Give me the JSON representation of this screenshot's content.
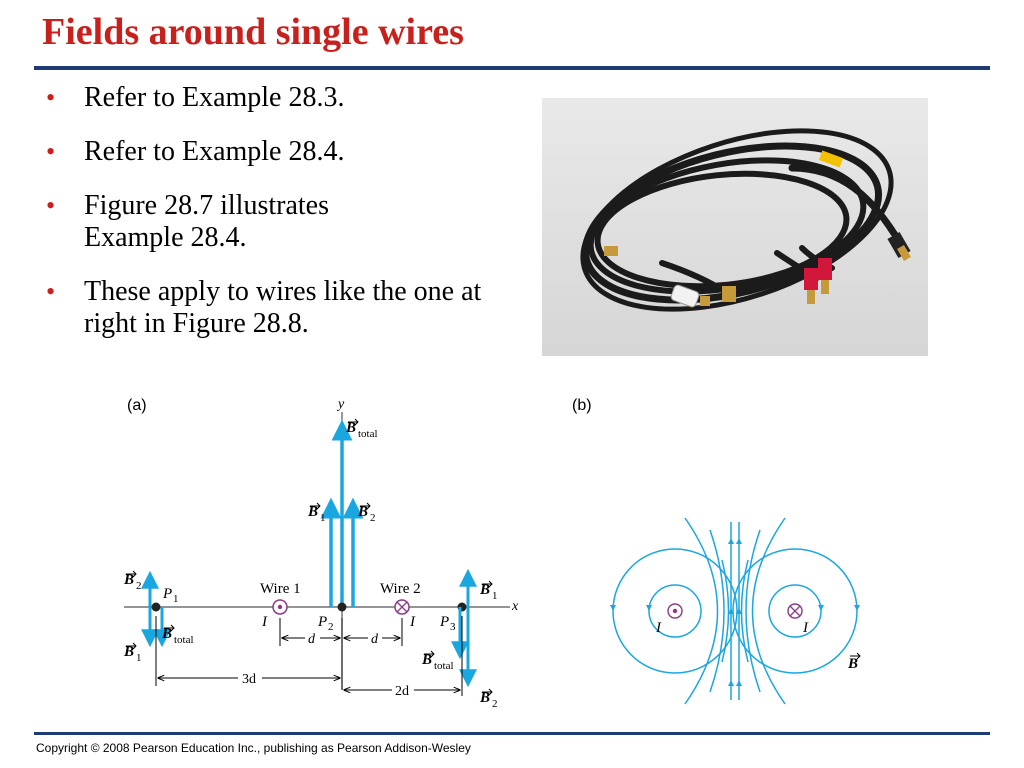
{
  "title": "Fields around single wires",
  "bullets": [
    {
      "text": "Refer to Example 28.3."
    },
    {
      "text": "Refer to Example 28.4."
    },
    {
      "text": "Figure 28.7 illustrates Example 28.4."
    },
    {
      "text": "These apply to wires like the one at right in Figure 28.8."
    }
  ],
  "bullet_glyph": "•",
  "footer": {
    "copyright": "Copyright © 2008 Pearson Education Inc., publishing as Pearson Addison-Wesley"
  },
  "figure_a": {
    "panel_label": "(a)",
    "axis_x": "x",
    "axis_y": "y",
    "wire1": "Wire 1",
    "wire2": "Wire 2",
    "current": "I",
    "p1": "P",
    "p1_sub": "1",
    "p2": "P",
    "p2_sub": "2",
    "p3": "P",
    "p3_sub": "3",
    "b_letter": "B",
    "sub_total": "total",
    "sub_1": "1",
    "sub_2": "2",
    "d": "d",
    "three_d": "3d",
    "two_d": "2d"
  },
  "figure_b": {
    "panel_label": "(b)",
    "current": "I",
    "b_letter": "B"
  },
  "colors": {
    "title": "#c8201c",
    "rule": "#1f3b73",
    "field_line": "#1aa7e0",
    "wire": "#8b3a86"
  }
}
